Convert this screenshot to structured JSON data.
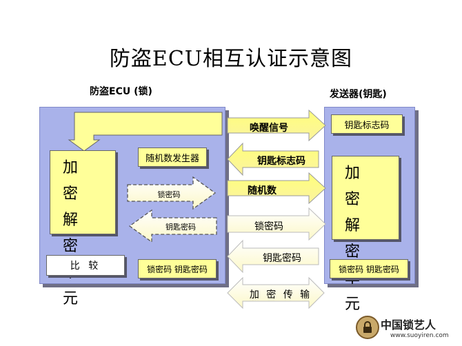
{
  "title": "防盗ECU相互认证示意图",
  "left": {
    "label": "防盗ECU (锁)",
    "crypto_unit": [
      "加 密",
      "解 密",
      "单 元"
    ],
    "rng": "随机数发生器",
    "lock_code": "锁密码",
    "key_code": "钥匙密码",
    "compare": "比 较",
    "stored_codes": "锁密码 钥匙密码"
  },
  "right": {
    "label": "发送器(钥匙)",
    "key_id": "钥匙标志码",
    "crypto_unit": [
      "加 密",
      "解 密",
      "单 元"
    ],
    "stored_codes": "锁密码 钥匙密码"
  },
  "links": {
    "wakeup": "唤醒信号",
    "key_id": "钥匙标志码",
    "random": "随机数",
    "lock_code": "锁密码",
    "key_code": "钥匙密码",
    "encrypted": "加 密 传 输"
  },
  "watermark": {
    "site": "中国锁艺人",
    "url": "www.suoyiren.com"
  }
}
